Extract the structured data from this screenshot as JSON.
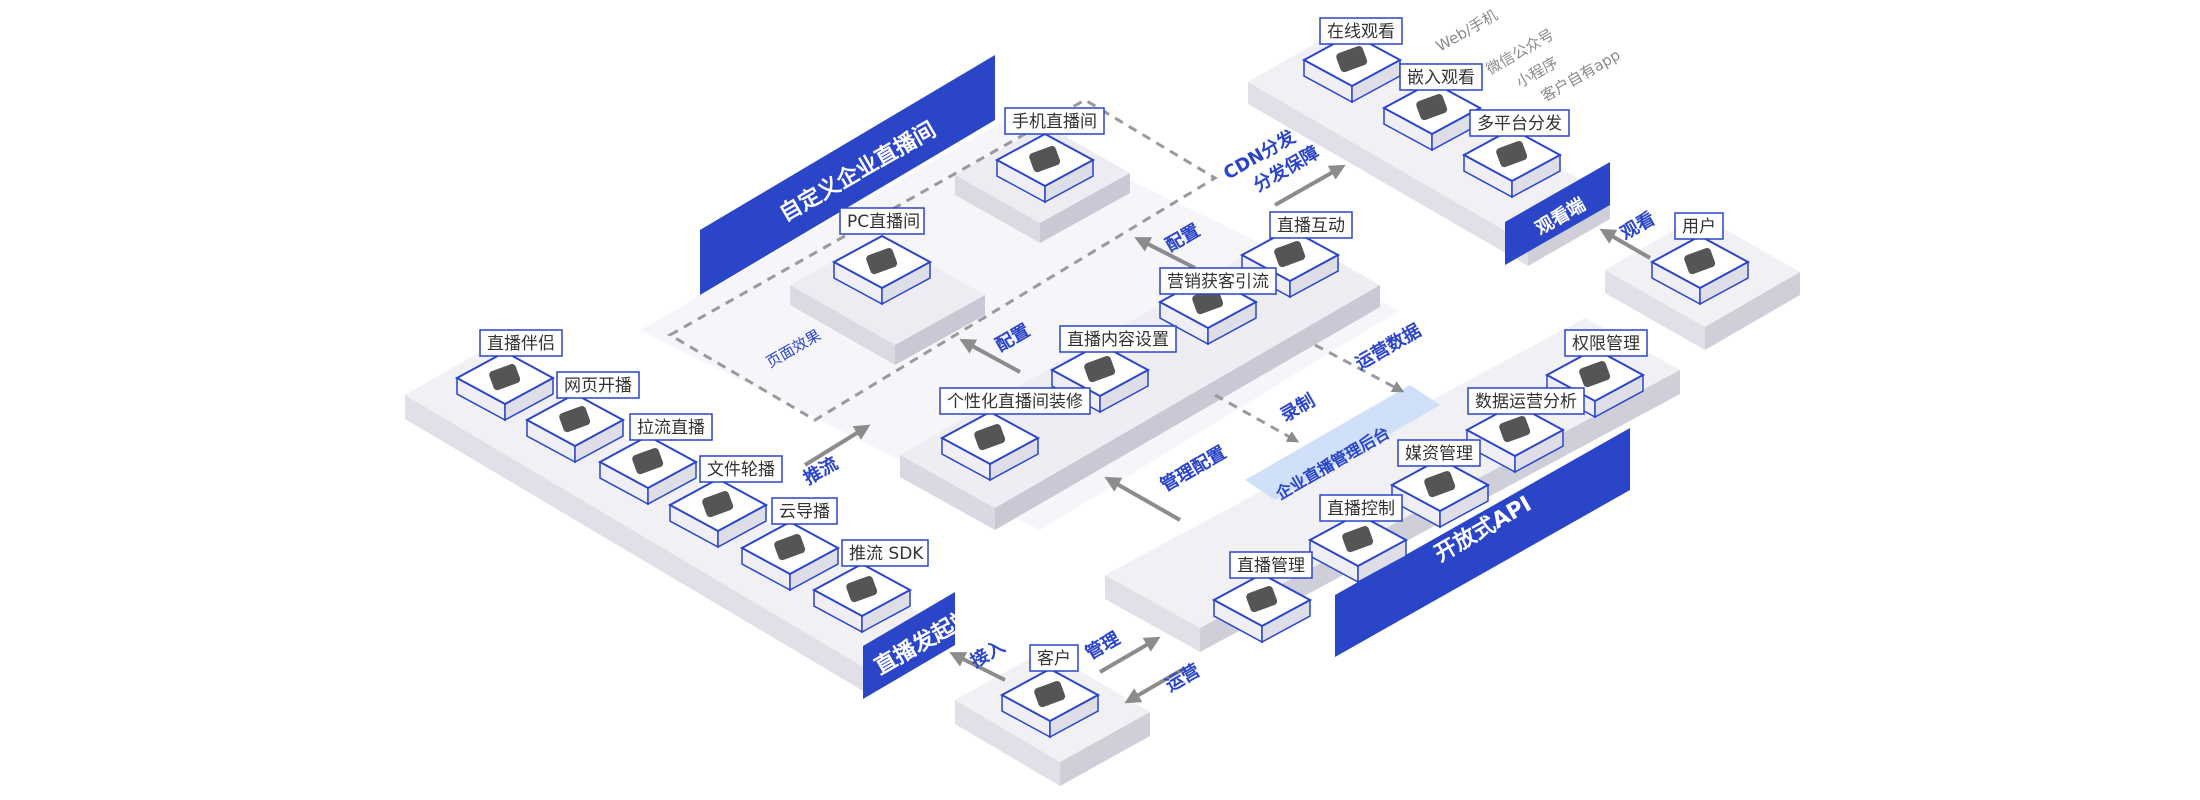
{
  "colors": {
    "accent": "#2a45c8",
    "platform_top": "#f1f1f6",
    "platform_side": "#d9d9e3"
  },
  "banners": {
    "custom_room": "自定义企业直播间",
    "viewer": "观看端",
    "open_api": "开放式API",
    "broadcaster": "直播发起端"
  },
  "mid_labels": {
    "page_effect": "页面效果",
    "enterprise_backend": "企业直播管理后台"
  },
  "rooms": {
    "mobile": "手机直播间",
    "pc": "PC直播间"
  },
  "viewing": {
    "online": "在线观看",
    "embed": "嵌入观看",
    "multi": "多平台分发",
    "notes": [
      "Web/手机",
      "微信公众号",
      "小程序",
      "客户自有app"
    ]
  },
  "center": {
    "interact": "直播互动",
    "marketing": "营销获客引流",
    "content": "直播内容设置",
    "decor": "个性化直播间装修"
  },
  "broadcaster": [
    "直播伴侣",
    "网页开播",
    "拉流直播",
    "文件轮播",
    "云导播",
    "推流 SDK"
  ],
  "backend": {
    "perm": "权限管理",
    "analytics": "数据运营分析",
    "media": "媒资管理",
    "control": "直播控制",
    "manage": "直播管理"
  },
  "nodes": {
    "customer": "客户",
    "user": "用户"
  },
  "arrows": {
    "cdn": "CDN分发",
    "guarantee": "分发保障",
    "config1": "配置",
    "config2": "配置",
    "push": "推流",
    "ops_data": "运营数据",
    "record": "录制",
    "manage_cfg": "管理配置",
    "access": "接入",
    "manage": "管理",
    "ops": "运营",
    "watch": "观看"
  }
}
